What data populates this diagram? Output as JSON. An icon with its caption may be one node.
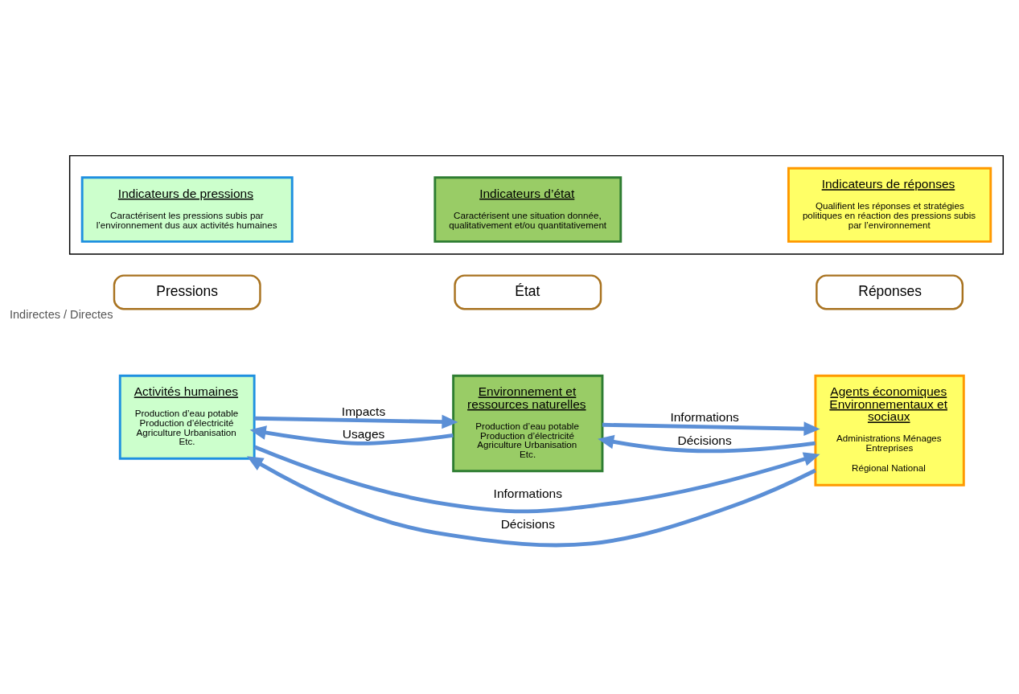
{
  "diagram": {
    "nodes": [
      {
        "text": [
          "Pressions"
        ],
        "beside": [
          "Indirectes / Directes"
        ]
      },
      {
        "text": [
          "État"
        ]
      },
      {
        "text": [
          "Réponses"
        ]
      },
      {
        "text": [
          "Activités humaines",
          "Production d’eau potable Production d’électricité Agriculture Urbanisation Etc."
        ]
      },
      {
        "text": [
          "Environnement et ressources naturelles",
          "Production d’eau potable Production d’électricité Agriculture Urbanisation Etc."
        ]
      },
      {
        "text": [
          "Agents économiques Environnementaux et sociaux",
          "Administrations Ménages Entreprises",
          "Régional National"
        ]
      },
      {
        "text": [],
        "shape": "box"
      },
      {
        "text": [
          "Indicateurs de pressions",
          "Caractérisent les pressions subis par l’environnement dus aux activités humaines"
        ],
        "in": 6
      },
      {
        "text": [
          "Indicateurs d’état",
          "Caractérisent une situation donnée, qualitativement et/ou quantitativement"
        ],
        "in": 6
      },
      {
        "text": [
          "Indicateurs de réponses",
          "Qualifient les réponses et stratégies politiques en réaction des pressions subis par l’environnement"
        ],
        "in": 6
      }
    ],
    "edges": [
      {
        "from": 3,
        "to": 5,
        "arrow": "to",
        "label": "Informations"
      },
      {
        "from": 3,
        "to": 4,
        "arrow": "to",
        "label": "Impacts"
      },
      {
        "from": 4,
        "to": 5,
        "arrow": "to",
        "label": "Informations"
      },
      {
        "from": 4,
        "to": 3,
        "arrow": "to",
        "label": "Usages"
      },
      {
        "from": 5,
        "to": 4,
        "arrow": "to",
        "label": "Décisions"
      },
      {
        "from": 5,
        "to": 3,
        "arrow": "to",
        "label": "Décisions"
      }
    ]
  }
}
